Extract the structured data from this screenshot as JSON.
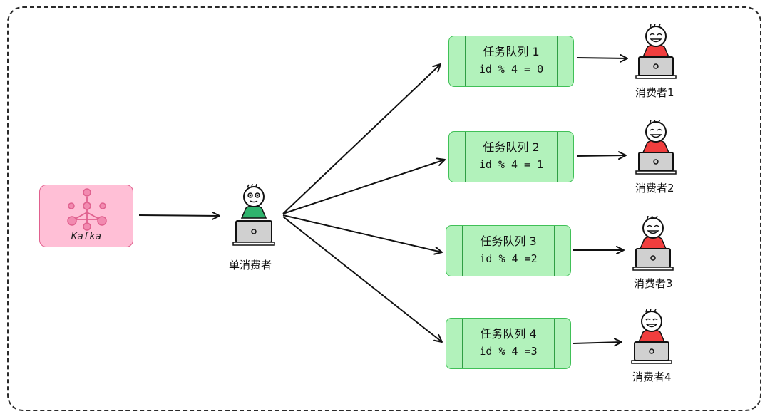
{
  "source": {
    "label": "Kafka",
    "icon": "kafka-icon",
    "fill": "#ffbfd6",
    "stroke": "#e0608e"
  },
  "single_consumer": {
    "label": "单消费者",
    "shirt_color": "#2fb36d"
  },
  "queues": [
    {
      "title": "任务队列 1",
      "rule": "id % 4 = 0"
    },
    {
      "title": "任务队列 2",
      "rule": "id % 4 = 1"
    },
    {
      "title": "任务队列 3",
      "rule": "id % 4 =2"
    },
    {
      "title": "任务队列 4",
      "rule": "id % 4 =3"
    }
  ],
  "consumers": [
    {
      "label": "消费者1",
      "shirt_color": "#f03e3e"
    },
    {
      "label": "消费者2",
      "shirt_color": "#f03e3e"
    },
    {
      "label": "消费者3",
      "shirt_color": "#f03e3e"
    },
    {
      "label": "消费者4",
      "shirt_color": "#f03e3e"
    }
  ],
  "queue_fill": "#b2f2bb",
  "queue_stroke": "#40c057"
}
